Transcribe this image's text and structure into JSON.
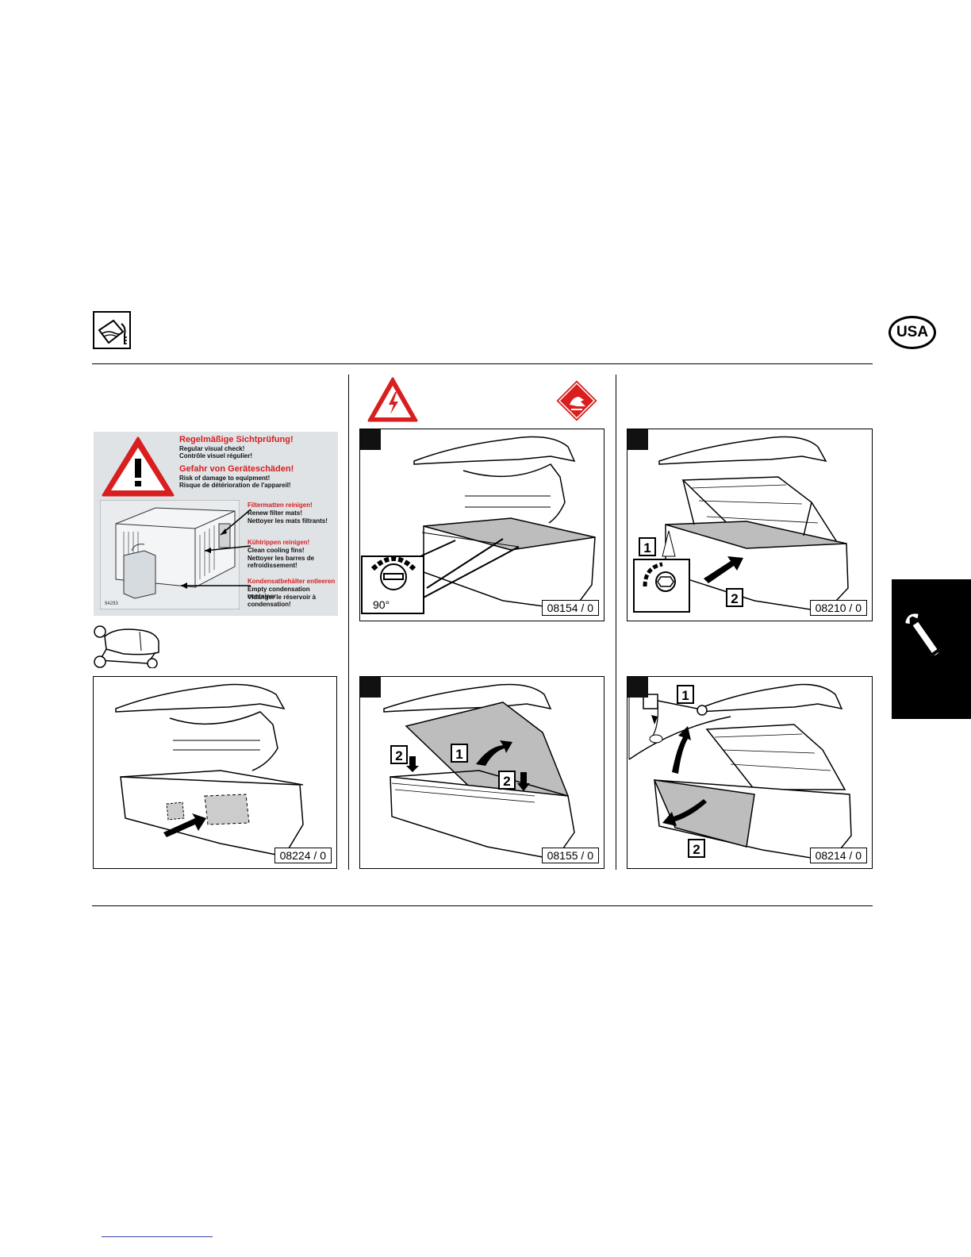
{
  "header": {
    "badge": "USA"
  },
  "label_sticker": {
    "heading1_de": "Regelmäßige Sichtprüfung!",
    "heading1_en": "Regular visual check!",
    "heading1_fr": "Contrôle visuel régulier!",
    "heading2_de": "Gefahr von Geräteschäden!",
    "heading2_en": "Risk of damage to equipment!",
    "heading2_fr": "Risque de détérioration de l'appareil!",
    "filter_de": "Filtermatten reinigen!",
    "filter_en": "Renew filter mats!",
    "filter_fr": "Nettoyer les mats filtrants!",
    "fins_de": "Kühlrippen reinigen!",
    "fins_en": "Clean cooling fins!",
    "fins_fr": "Nettoyer les barres de refroidissement!",
    "cond_de": "Kondensatbehälter entleeren",
    "cond_en": "Empty condensation container",
    "cond_fr": "Vidanger le réservoir à condensation!",
    "code": "94293"
  },
  "figures": {
    "f08224": "08224 / 0",
    "f08154": "08154 / 0",
    "f08210": "08210 / 0",
    "f08155": "08155 / 0",
    "f08214": "08214 / 0"
  },
  "annotations": {
    "angle": "90°",
    "n1": "1",
    "n2": "2"
  }
}
